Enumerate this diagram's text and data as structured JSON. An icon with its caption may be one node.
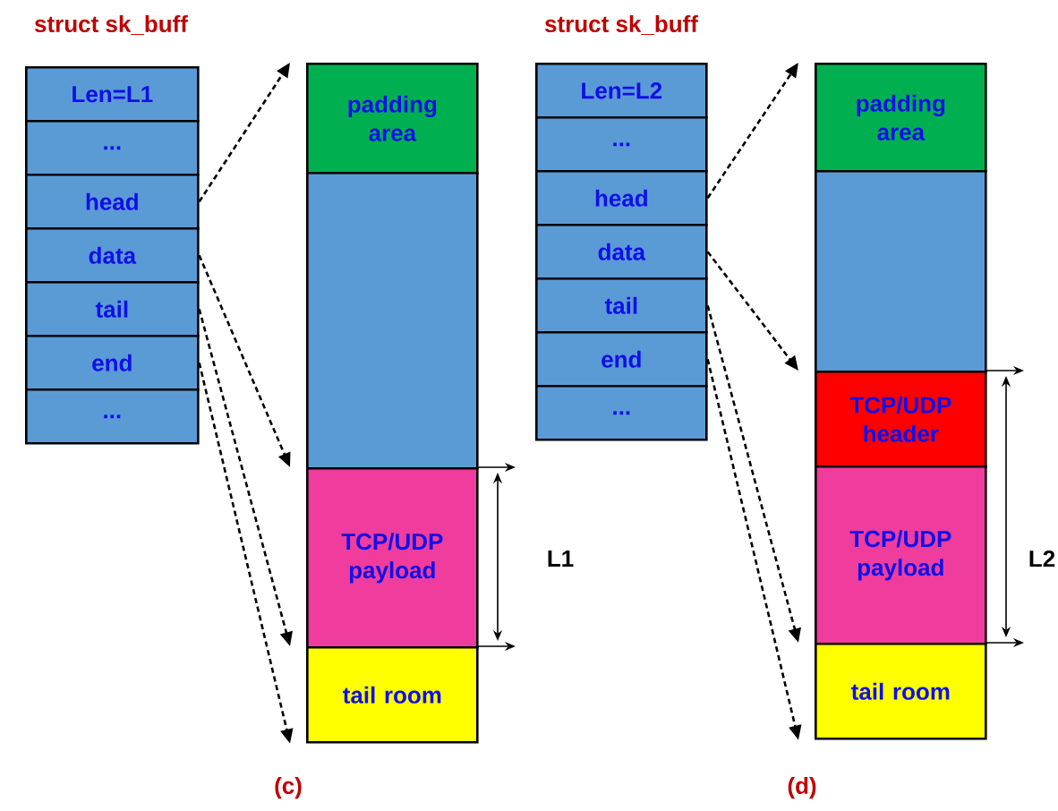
{
  "diagram": {
    "nodes": [
      {
        "text": [
          "Len=L1"
        ]
      },
      {
        "text": [
          "..."
        ]
      },
      {
        "text": [
          "head"
        ]
      },
      {
        "text": [
          "data"
        ]
      },
      {
        "text": [
          "tail"
        ]
      },
      {
        "text": [
          "end"
        ]
      },
      {
        "text": [
          "..."
        ]
      },
      {
        "text": [
          "padding area"
        ]
      },
      {
        "text": [],
        "shape": "box"
      },
      {
        "text": [
          "TCP/UDP payload"
        ]
      },
      {
        "text": [
          "tail room"
        ]
      },
      {
        "text": [
          "Len=L2"
        ]
      },
      {
        "text": [
          "..."
        ]
      },
      {
        "text": [
          "head"
        ]
      },
      {
        "text": [
          "data"
        ]
      },
      {
        "text": [
          "tail"
        ]
      },
      {
        "text": [
          "end"
        ]
      },
      {
        "text": [
          "..."
        ]
      },
      {
        "text": [
          "padding area"
        ]
      },
      {
        "text": [],
        "shape": "box"
      },
      {
        "text": [
          "TCP/UDP header"
        ]
      },
      {
        "text": [
          "TCP/UDP payload"
        ]
      },
      {
        "text": [
          "tail room"
        ]
      }
    ],
    "edges": [
      {
        "from": 2,
        "to": 7,
        "arrow": "to",
        "style": "dashed"
      },
      {
        "from": 3,
        "to": 9,
        "arrow": "to",
        "style": "dashed"
      },
      {
        "from": 4,
        "to": 10,
        "arrow": "to",
        "style": "dashed"
      },
      {
        "from": 5,
        "to": 10,
        "arrow": "to",
        "style": "dashed"
      },
      {
        "from": 13,
        "to": 18,
        "arrow": "to",
        "style": "dashed"
      },
      {
        "from": 14,
        "to": 20,
        "arrow": "to",
        "style": "dashed"
      },
      {
        "from": 15,
        "to": 22,
        "arrow": "to",
        "style": "dashed"
      },
      {
        "from": 16,
        "to": 22,
        "arrow": "to",
        "style": "dashed"
      }
    ],
    "labels": [
      "struct sk_buff",
      "struct sk_buff",
      "L1",
      "L2",
      "(c)",
      "(d)"
    ]
  }
}
